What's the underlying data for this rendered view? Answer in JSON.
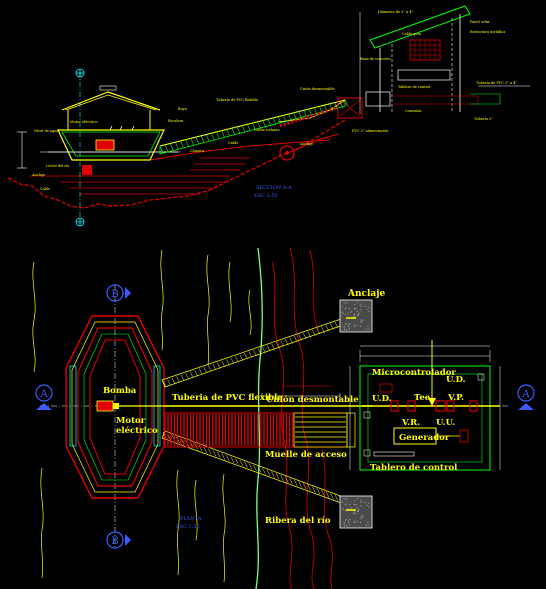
{
  "section_title": "SECCION A-A",
  "section_scale": "ESC 1:50",
  "plan_title": "PLANTA",
  "plan_scale": "ESC 1:50",
  "markers": {
    "a_left": "A",
    "a_right": "A",
    "b_top": "B",
    "b_bottom": "B"
  },
  "plan_labels": {
    "anclaje": "Anclaje",
    "bomba": "Bomba",
    "motor_electrico": [
      "Motor",
      "eléctrico"
    ],
    "tuberia_pvc": "Tuberia de PVC flexible",
    "union_desmontable": "Unión desmontable",
    "muelle_acceso": "Muelle de acceso",
    "ribera_rio": "Ribera del río",
    "microcontrolador": "Microcontrolador",
    "ud_top": "U.D.",
    "ud_left": "U.D.",
    "tee": "Tee",
    "vp": "V.P.",
    "vr": "V.R.",
    "uu": "U.U.",
    "generador": "Generador",
    "tablero": "Tablero de control"
  },
  "section_labels": {
    "top_note": "Diámetro de 2\" a 4\"",
    "panel_solar": "Panel solar",
    "estructura": "Estructura metálica",
    "tuberia_pvc": "Tubería de PVC flexible",
    "cable_guia": "Cable guía",
    "union": "Unión desmontable",
    "base_concreto": "Base de concreto",
    "tablero": "Tablero de control",
    "tuberia_salida": "Tubería de PVC 2\" a 4\"",
    "boya": "Boya",
    "motor": "Motor eléctrico",
    "nivel": "Nivel de agua",
    "lecho": "Lecho del río",
    "anclaje": "Anclaje",
    "cable": "Cable",
    "camara": "Cámara",
    "ladder": "Escalera",
    "union_rodante": "Unión rodante",
    "pvc_tag": "PVC 2\" alimentación",
    "tag_c": "Conexión",
    "tag_d": "Tubería 2\""
  }
}
